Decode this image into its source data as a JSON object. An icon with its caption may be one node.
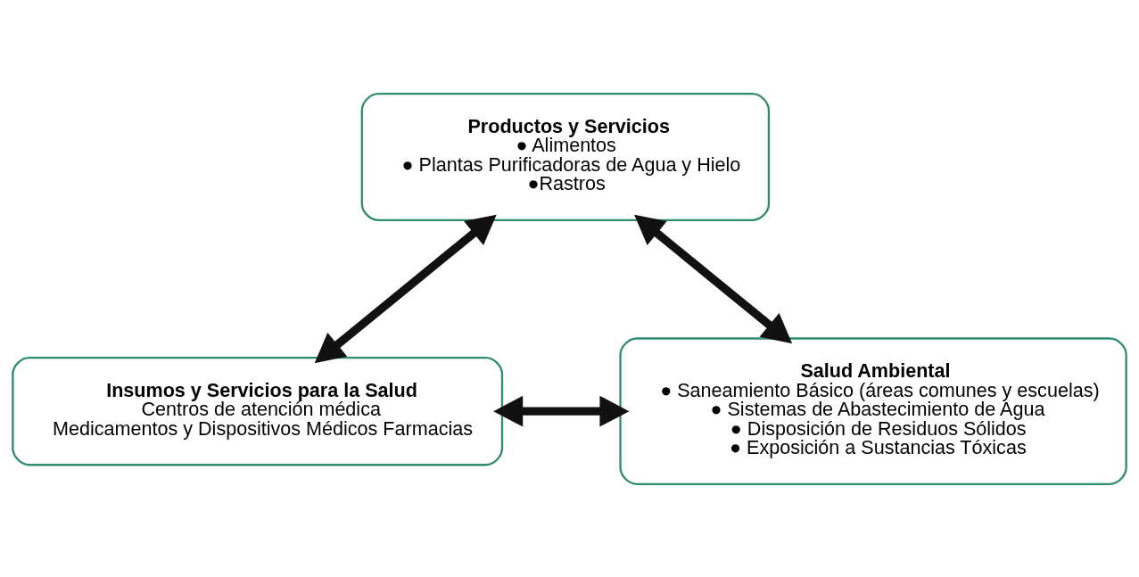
{
  "diagram": {
    "nodes": [
      {
        "text": [
          "Productos y Servicios",
          "● Alimentos",
          "● Plantas Purificadoras de Agua y Hielo",
          "●Rastros"
        ]
      },
      {
        "text": [
          "Insumos y Servicios para la Salud",
          "Centros de atención médica",
          "Medicamentos y Dispositivos Médicos Farmacias"
        ]
      },
      {
        "text": [
          "Salud Ambiental",
          "● Saneamiento Básico (áreas comunes y escuelas)",
          "● Sistemas de Abastecimiento de Agua",
          "● Disposición de Residuos Sólidos",
          "● Exposición a Sustancias Tóxicas"
        ]
      }
    ],
    "edges": [
      {
        "from": 0,
        "to": 1,
        "arrow": "both"
      },
      {
        "from": 0,
        "to": 2,
        "arrow": "both"
      },
      {
        "from": 1,
        "to": 2,
        "arrow": "both"
      }
    ]
  }
}
